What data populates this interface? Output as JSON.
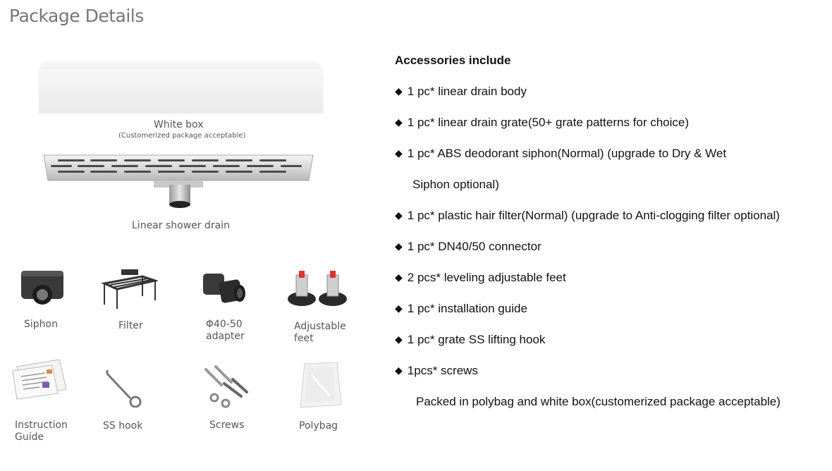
{
  "title": "Package Details",
  "white_box": {
    "label": "White box",
    "sublabel": "(Customerized package acceptable)"
  },
  "drain": {
    "label": "Linear shower drain"
  },
  "accessories": [
    {
      "label": "Siphon"
    },
    {
      "label": "Filter"
    },
    {
      "label": "Φ40-50",
      "label2": "adapter"
    },
    {
      "label": "Adjustable",
      "label2": "feet"
    },
    {
      "label": "Instruction",
      "label2": "Guide"
    },
    {
      "label": "SS hook"
    },
    {
      "label": "Screws"
    },
    {
      "label": "Polybag"
    }
  ],
  "list": {
    "heading": "Accessories include",
    "bullet": "◆",
    "items": [
      "1 pc* linear drain body",
      "1 pc* linear drain grate(50+ grate patterns for choice)",
      "1 pc* ABS deodorant siphon(Normal) (upgrade to Dry & Wet",
      "Siphon optional)",
      "1 pc* plastic hair filter(Normal) (upgrade to Anti-clogging filter optional)",
      "1 pc* DN40/50 connector",
      "2 pcs* leveling adjustable feet",
      "1 pc* installation guide",
      "1 pc* grate SS lifting hook",
      "1pcs* screws",
      "Packed in polybag and white box(customerized package acceptable)"
    ]
  }
}
